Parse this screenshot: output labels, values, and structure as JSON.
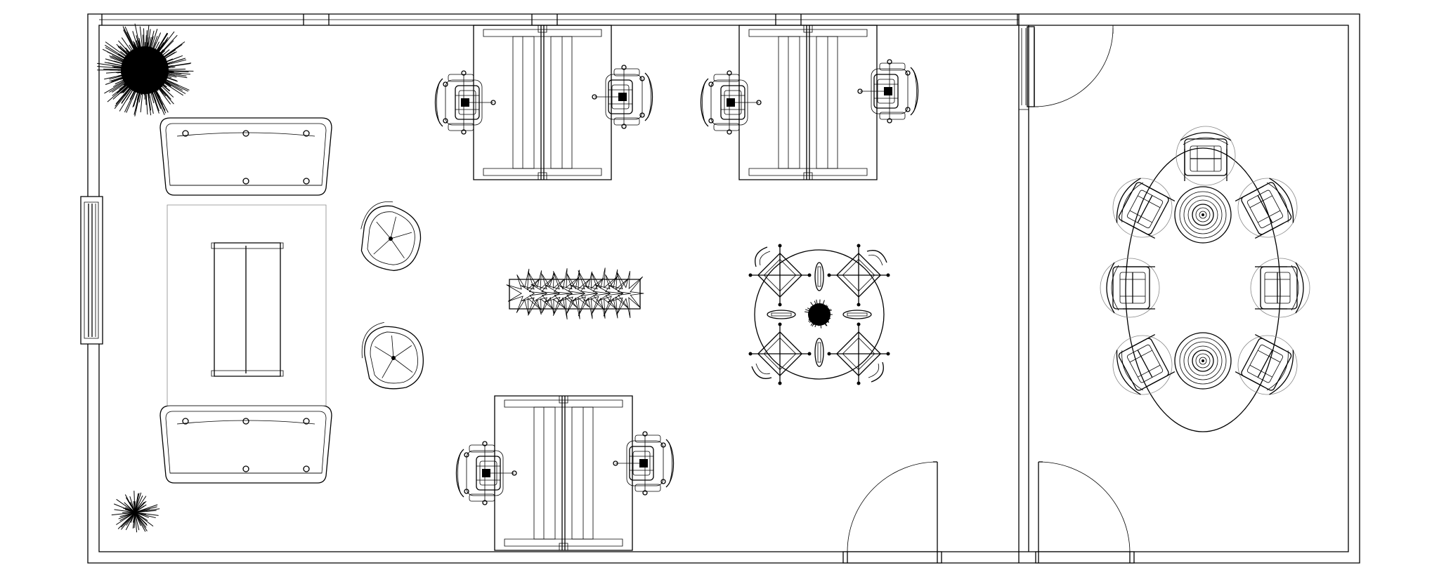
{
  "diagram": {
    "type": "floor-plan",
    "rooms": [
      {
        "name": "open-office",
        "contents": [
          "lounge-sofas",
          "coffee-table",
          "lounge-chairs",
          "planter",
          "workstations",
          "round-meeting-table",
          "plants"
        ]
      },
      {
        "name": "meeting-room",
        "contents": [
          "oval-conference-table",
          "conference-chairs",
          "side-tables"
        ]
      }
    ],
    "counts": {
      "sofas": 2,
      "lounge_chairs": 2,
      "workstation_desks": 6,
      "office_chairs": 6,
      "round_table_chairs": 4,
      "conference_chairs": 7,
      "side_tables": 2,
      "doors": 3,
      "plants": 2
    },
    "line_color": "#000000",
    "background": "#ffffff"
  }
}
